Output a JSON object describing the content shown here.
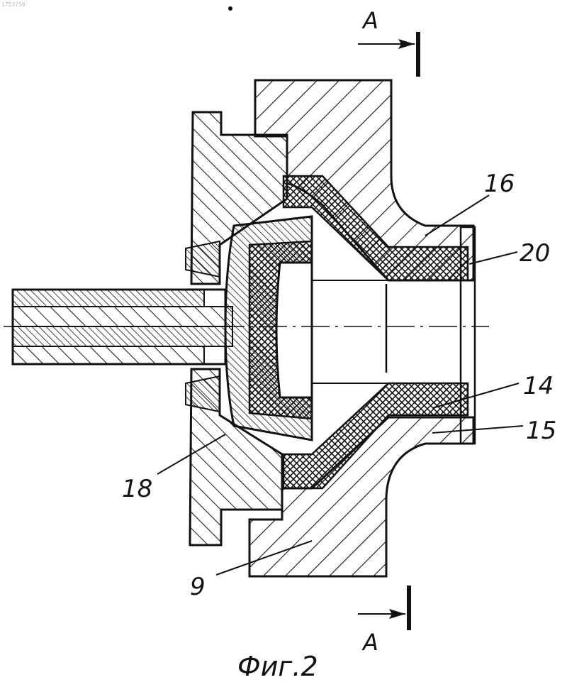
{
  "figure": {
    "caption": "Фиг.2",
    "corner_mark": "1753758"
  },
  "section": {
    "top_letter": "A",
    "bottom_letter": "A"
  },
  "callouts": [
    {
      "id": "16",
      "text": "16"
    },
    {
      "id": "20",
      "text": "20"
    },
    {
      "id": "14",
      "text": "14"
    },
    {
      "id": "15",
      "text": "15"
    },
    {
      "id": "18",
      "text": "18"
    },
    {
      "id": "9",
      "text": "9"
    }
  ],
  "colors": {
    "ink": "#111111",
    "paper": "#ffffff"
  }
}
